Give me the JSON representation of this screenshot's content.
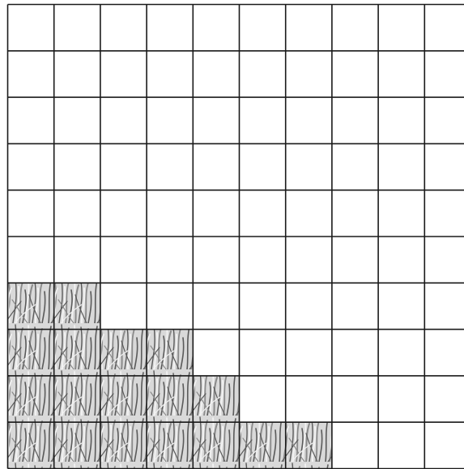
{
  "grid": {
    "columns": 10,
    "rows": 10,
    "filled_cells_per_row_from_bottom": [
      7,
      5,
      4,
      2,
      0,
      0,
      0,
      0,
      0,
      0
    ]
  },
  "colors": {
    "background": "#ffffff",
    "grid_line": "#1a1a1a",
    "grass_base": "#d9d9d9",
    "grass_dark": "#5a5a5a",
    "grass_mid": "#8a8a8a",
    "grass_light": "#f2f2f2"
  },
  "icons": {
    "filled_cell": "grass-texture-icon"
  }
}
